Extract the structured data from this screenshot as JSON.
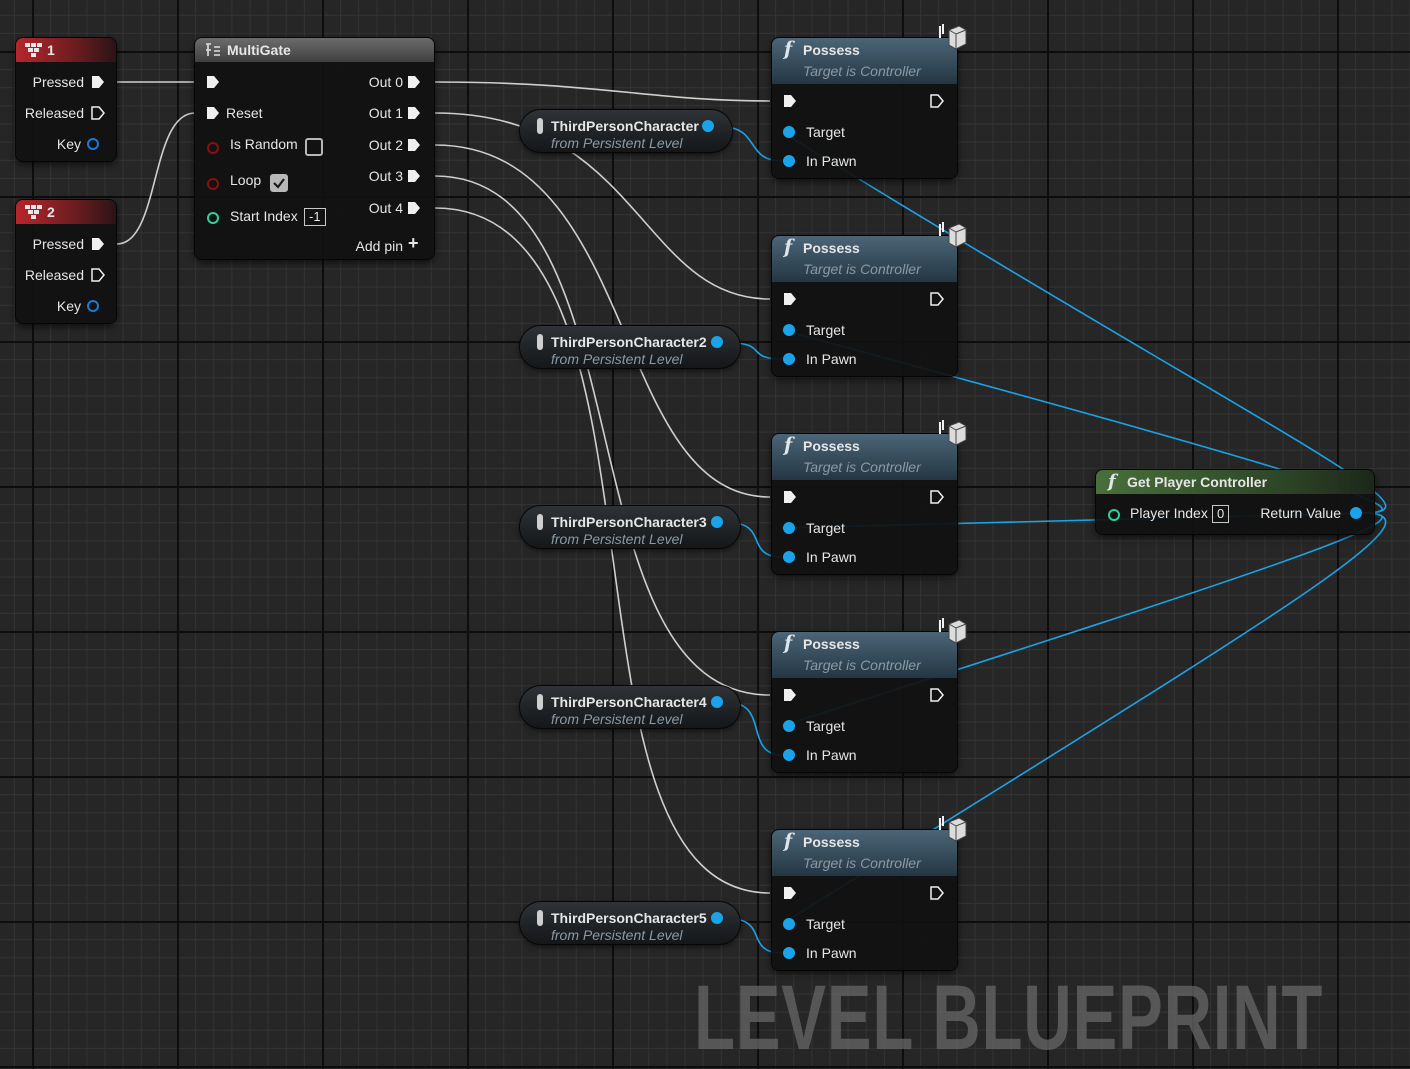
{
  "events": [
    {
      "key_label": "1",
      "pressed": "Pressed",
      "released": "Released",
      "key": "Key"
    },
    {
      "key_label": "2",
      "pressed": "Pressed",
      "released": "Released",
      "key": "Key"
    }
  ],
  "multigate": {
    "title": "MultiGate",
    "reset": "Reset",
    "is_random": "Is Random",
    "is_random_checked": false,
    "loop": "Loop",
    "loop_checked": true,
    "start_index": "Start Index",
    "start_index_value": "-1",
    "outputs": [
      "Out 0",
      "Out 1",
      "Out 2",
      "Out 3",
      "Out 4"
    ],
    "add_pin": "Add pin"
  },
  "characters": [
    {
      "name": "ThirdPersonCharacter",
      "sub": "from Persistent Level"
    },
    {
      "name": "ThirdPersonCharacter2",
      "sub": "from Persistent Level"
    },
    {
      "name": "ThirdPersonCharacter3",
      "sub": "from Persistent Level"
    },
    {
      "name": "ThirdPersonCharacter4",
      "sub": "from Persistent Level"
    },
    {
      "name": "ThirdPersonCharacter5",
      "sub": "from Persistent Level"
    }
  ],
  "possess_nodes": [
    {
      "title": "Possess",
      "subtitle": "Target is Controller",
      "target": "Target",
      "in_pawn": "In Pawn"
    },
    {
      "title": "Possess",
      "subtitle": "Target is Controller",
      "target": "Target",
      "in_pawn": "In Pawn"
    },
    {
      "title": "Possess",
      "subtitle": "Target is Controller",
      "target": "Target",
      "in_pawn": "In Pawn"
    },
    {
      "title": "Possess",
      "subtitle": "Target is Controller",
      "target": "Target",
      "in_pawn": "In Pawn"
    },
    {
      "title": "Possess",
      "subtitle": "Target is Controller",
      "target": "Target",
      "in_pawn": "In Pawn"
    }
  ],
  "get_player_controller": {
    "title": "Get Player Controller",
    "player_index": "Player Index",
    "player_index_value": "0",
    "return_value": "Return Value"
  },
  "watermark": "LEVEL BLUEPRINT",
  "colors": {
    "exec_wire": "#cfcfcf",
    "object_wire": "#1aa3e8",
    "event_header": "#b5262c",
    "function_header": "#4b6577",
    "pure_header": "#48703a"
  }
}
